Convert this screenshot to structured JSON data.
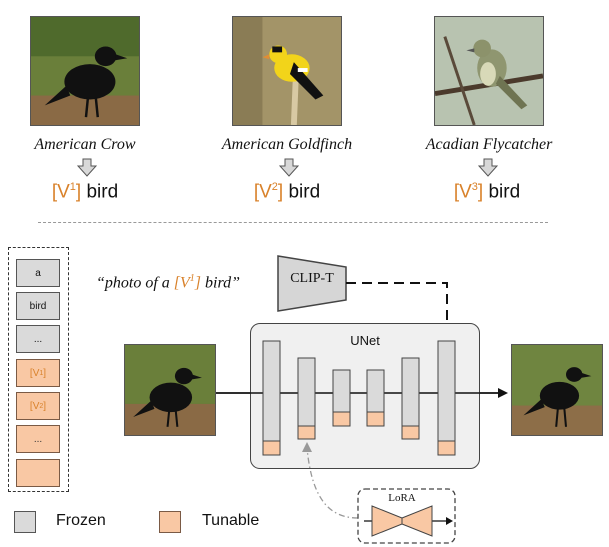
{
  "birds": [
    {
      "species": "American Crow",
      "token_open": "[V",
      "token_sup": "1",
      "token_close": "]",
      "token_word": "bird"
    },
    {
      "species": "American Goldfinch",
      "token_open": "[V",
      "token_sup": "2",
      "token_close": "]",
      "token_word": "bird"
    },
    {
      "species": "Acadian Flycatcher",
      "token_open": "[V",
      "token_sup": "3",
      "token_close": "]",
      "token_word": "bird"
    }
  ],
  "tokens": [
    {
      "label": "a",
      "kind": "frozen"
    },
    {
      "label": "bird",
      "kind": "frozen"
    },
    {
      "label": "...",
      "kind": "frozen"
    },
    {
      "label": "[V",
      "sup": "1",
      "close": "]",
      "kind": "tunable"
    },
    {
      "label": "[V",
      "sup": "2",
      "close": "]",
      "kind": "tunable"
    },
    {
      "label": "...",
      "kind": "tunable-plain"
    },
    {
      "label": "",
      "kind": "tunable-plain"
    }
  ],
  "prompt": {
    "prefix": "“photo of a ",
    "token_open": "[V",
    "token_sup": "1",
    "token_close": "]",
    "suffix": " bird”"
  },
  "clip_label": "CLIP-T",
  "unet_label": "UNet",
  "lora_label": "LoRA",
  "legend": {
    "frozen": "Frozen",
    "tunable": "Tunable"
  },
  "colors": {
    "frozen": "#dadada",
    "tunable": "#f9c8a4",
    "token_text": "#d9822b"
  }
}
